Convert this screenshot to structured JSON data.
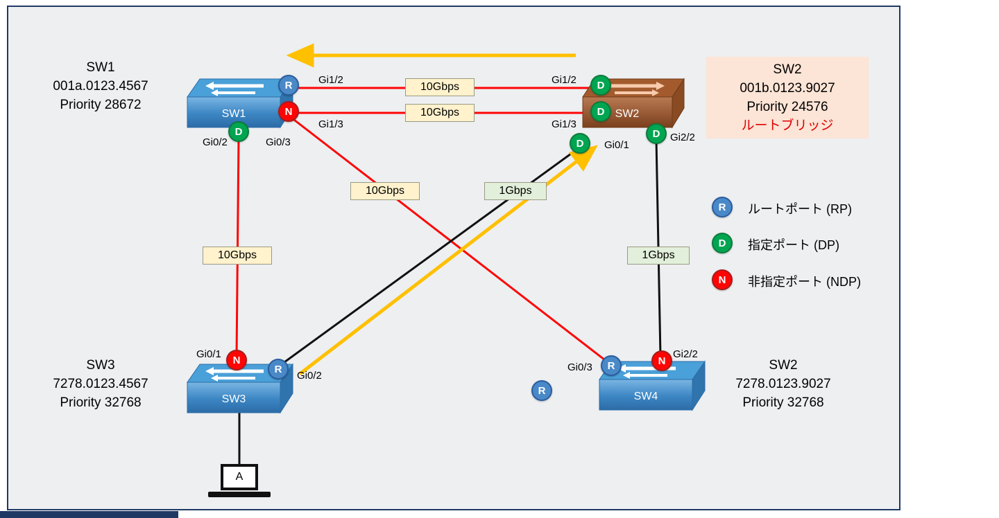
{
  "nodes": {
    "sw1": {
      "device_label": "SW1",
      "info_lines": [
        "SW1",
        "001a.0123.4567",
        "Priority 28672"
      ]
    },
    "sw2": {
      "device_label": "SW2",
      "info_lines": [
        "SW2",
        "001b.0123.9027",
        "Priority 24576"
      ],
      "root_bridge_note": "ルートブリッジ"
    },
    "sw3": {
      "device_label": "SW3",
      "info_lines": [
        "SW3",
        "7278.0123.4567",
        "Priority 32768"
      ]
    },
    "sw4": {
      "device_label": "SW4",
      "info_lines": [
        "SW2",
        "7278.0123.9027",
        "Priority 32768"
      ]
    },
    "host_a": {
      "label": "A"
    }
  },
  "roles": {
    "root": "R",
    "designated": "D",
    "non_designated": "N"
  },
  "port_labels": {
    "sw1_gi1_2": "Gi1/2",
    "sw1_gi1_3": "Gi1/3",
    "sw1_gi0_2": "Gi0/2",
    "sw1_gi0_3": "Gi0/3",
    "sw2_gi1_2": "Gi1/2",
    "sw2_gi1_3": "Gi1/3",
    "sw2_gi0_1": "Gi0/1",
    "sw2_gi2_2": "Gi2/2",
    "sw3_gi0_1": "Gi0/1",
    "sw3_gi0_2": "Gi0/2",
    "sw4_gi0_3": "Gi0/3",
    "sw4_gi2_2": "Gi2/2"
  },
  "link_speed_labels": {
    "sw1_sw2_link1": "10Gbps",
    "sw1_sw2_link2": "10Gbps",
    "sw1_sw3": "10Gbps",
    "sw1_sw4": "10Gbps",
    "sw2_sw3": "1Gbps",
    "sw2_sw4": "1Gbps"
  },
  "legend": {
    "items": [
      {
        "symbol": "R",
        "label": "ルートポート (RP)"
      },
      {
        "symbol": "D",
        "label": "指定ポート (DP)"
      },
      {
        "symbol": "N",
        "label": "非指定ポート (NDP)"
      }
    ]
  },
  "colors": {
    "root_port_fill": "#4a89c7",
    "designated_port_fill": "#00a551",
    "non_designated_port_fill": "#fe0000",
    "red_link": "#fe0000",
    "black_link": "#111111",
    "flow_arrow": "#ffc000",
    "speed_10g_box_bg": "#fff2cc",
    "speed_1g_box_bg": "#e2efda",
    "root_bridge_highlight_bg": "#fce4d6",
    "root_bridge_text": "#e00000",
    "frame_border": "#1f3864"
  }
}
